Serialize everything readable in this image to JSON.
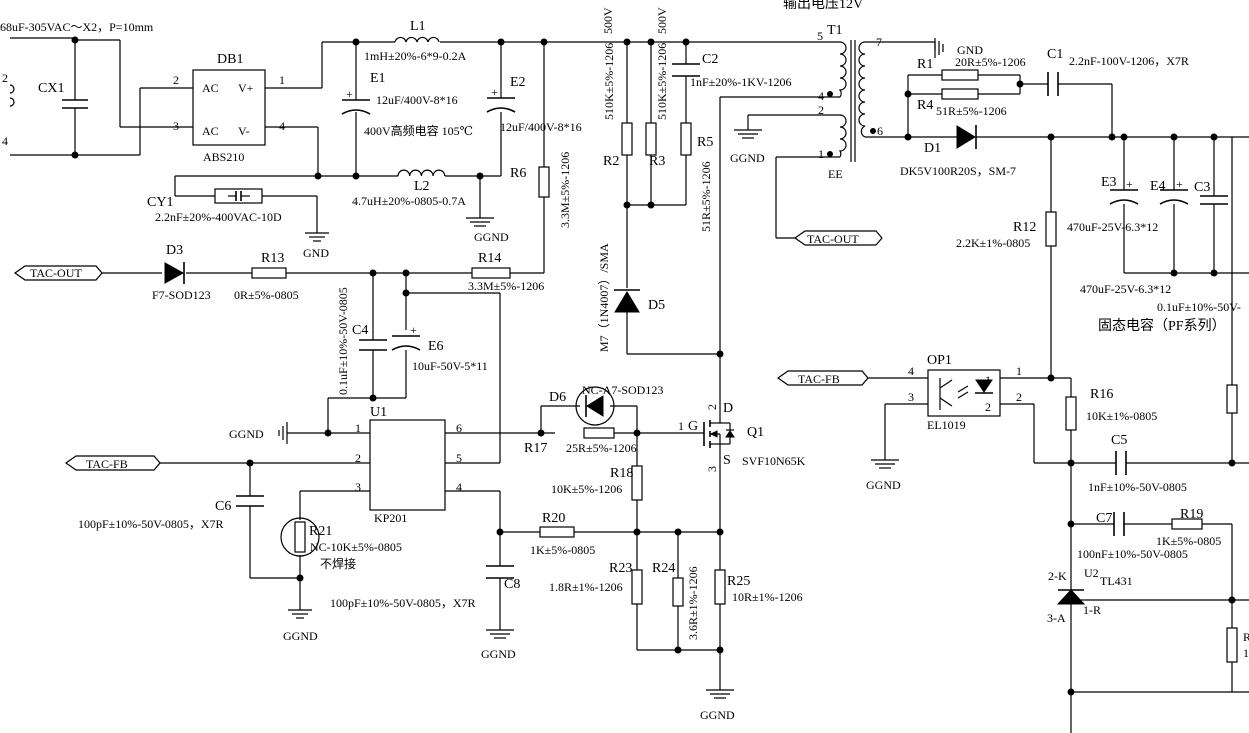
{
  "title_partial": "输出电压12V",
  "labels": {
    "cx1_spec": "68uF-305VAC～X2，P=10mm",
    "cx1": "CX1",
    "pin2": "2",
    "pin4": "4",
    "db1": "DB1",
    "db1_ac1": "AC",
    "db1_vp": "V+",
    "db1_ac2": "AC",
    "db1_vm": "V-",
    "db1_p1": "1",
    "db1_p2": "2",
    "db1_p3": "3",
    "db1_p4": "4",
    "db1_part": "ABS210",
    "l1": "L1",
    "l1_spec": "1mH±20%-6*9-0.2A",
    "e1": "E1",
    "e1_spec": "12uF/400V-8*16",
    "e1_note": "400V高频电容 105℃",
    "e2": "E2",
    "e2_spec": "12uF/400V-8*16",
    "l2": "L2",
    "l2_spec": "4.7uH±20%-0805-0.7A",
    "cy1": "CY1",
    "cy1_spec": "2.2nF±20%-400VAC-10D",
    "gnd": "GND",
    "ggnd": "GGND",
    "r6": "R6",
    "r6_spec": "3.3M±5%-1206",
    "v500a": "500V",
    "v500b": "500V",
    "r2_spec": "510K±5%-1206",
    "r3_spec": "510K±5%-1206",
    "r2": "R2",
    "r3": "R3",
    "r5": "R5",
    "r5_spec": "51R±5%-1206",
    "c2": "C2",
    "c2_spec": "1nF±20%-1KV-1206",
    "d5": "D5",
    "d5_spec": "M7（1N4007）/SMA",
    "t1": "T1",
    "t1_ee": "EE",
    "t1_p5": "5",
    "t1_p4": "4",
    "t1_p2": "2",
    "t1_p1": "1",
    "t1_p7": "7",
    "t1_p6": "6",
    "tac_out_a": "TAC-OUT",
    "tac_out_b": "TAC-OUT",
    "tac_fb_a": "TAC-FB",
    "tac_fb_b": "TAC-FB",
    "d3": "D3",
    "d3_spec": "F7-SOD123",
    "r13": "R13",
    "r13_spec": "0R±5%-0805",
    "r14": "R14",
    "r14_spec": "3.3M±5%-1206",
    "c4": "C4",
    "c4_spec": "0.1uF±10%-50V-0805",
    "e6": "E6",
    "e6_spec": "10uF-50V-5*11",
    "u1": "U1",
    "u1_part": "KP201",
    "u1_p1": "1",
    "u1_p2": "2",
    "u1_p3": "3",
    "u1_p4": "4",
    "u1_p5": "5",
    "u1_p6": "6",
    "c6": "C6",
    "c6_spec": "100pF±10%-50V-0805，X7R",
    "r21": "R21",
    "r21_spec": "NC-10K±5%-0805",
    "r21_note": "不焊接",
    "c8": "C8",
    "c8_spec": "100pF±10%-50V-0805，X7R",
    "d6": "D6",
    "d6_spec": "NC-A7-SOD123",
    "r17": "R17",
    "r17_spec": "25R±5%-1206",
    "r18": "R18",
    "r18_spec": "10K±5%-1206",
    "r20": "R20",
    "r20_spec": "1K±5%-0805",
    "r23": "R23",
    "r23_spec": "1.8R±1%-1206",
    "r24": "R24",
    "r24_spec": "3.6R±1%-1206",
    "r25": "R25",
    "r25_spec": "10R±1%-1206",
    "q1": "Q1",
    "q1_part": "SVF10N65K",
    "q1_g": "G",
    "q1_d": "D",
    "q1_s": "S",
    "q1_p1": "1",
    "q1_p2": "2",
    "q1_p3": "3",
    "r1": "R1",
    "r1_spec": "20R±5%-1206",
    "r4": "R4",
    "r4_spec": "51R±5%-1206",
    "c1": "C1",
    "c1_spec": "2.2nF-100V-1206，X7R",
    "d1": "D1",
    "d1_spec": "DK5V100R20S，SM-7",
    "e3": "E3",
    "e4": "E4",
    "c3": "C3",
    "e3_spec": "470uF-25V-6.3*12",
    "e4_spec": "470uF-25V-6.3*12",
    "c3_spec": "0.1uF±10%-50V-",
    "solid_cap": "固态电容（PF系列）",
    "r12": "R12",
    "r12_spec": "2.2K±1%-0805",
    "op1": "OP1",
    "op1_part": "EL1019",
    "op1_p1": "1",
    "op1_p2": "2",
    "op1_p3": "3",
    "op1_p4": "4",
    "op1_in1": "1",
    "op1_in2": "2",
    "r16": "R16",
    "r16_spec": "10K±1%-0805",
    "c5": "C5",
    "c5_spec": "1nF±10%-50V-0805",
    "c7": "C7",
    "c7_spec": "100nF±10%-50V-0805",
    "r19": "R19",
    "r19_spec": "1K±5%-0805",
    "u2": "U2",
    "u2_part": "TL431",
    "u2_k": "2-K",
    "u2_a": "3-A",
    "u2_r": "1-R",
    "rx_partial": "R",
    "rx_spec_partial": "1("
  }
}
